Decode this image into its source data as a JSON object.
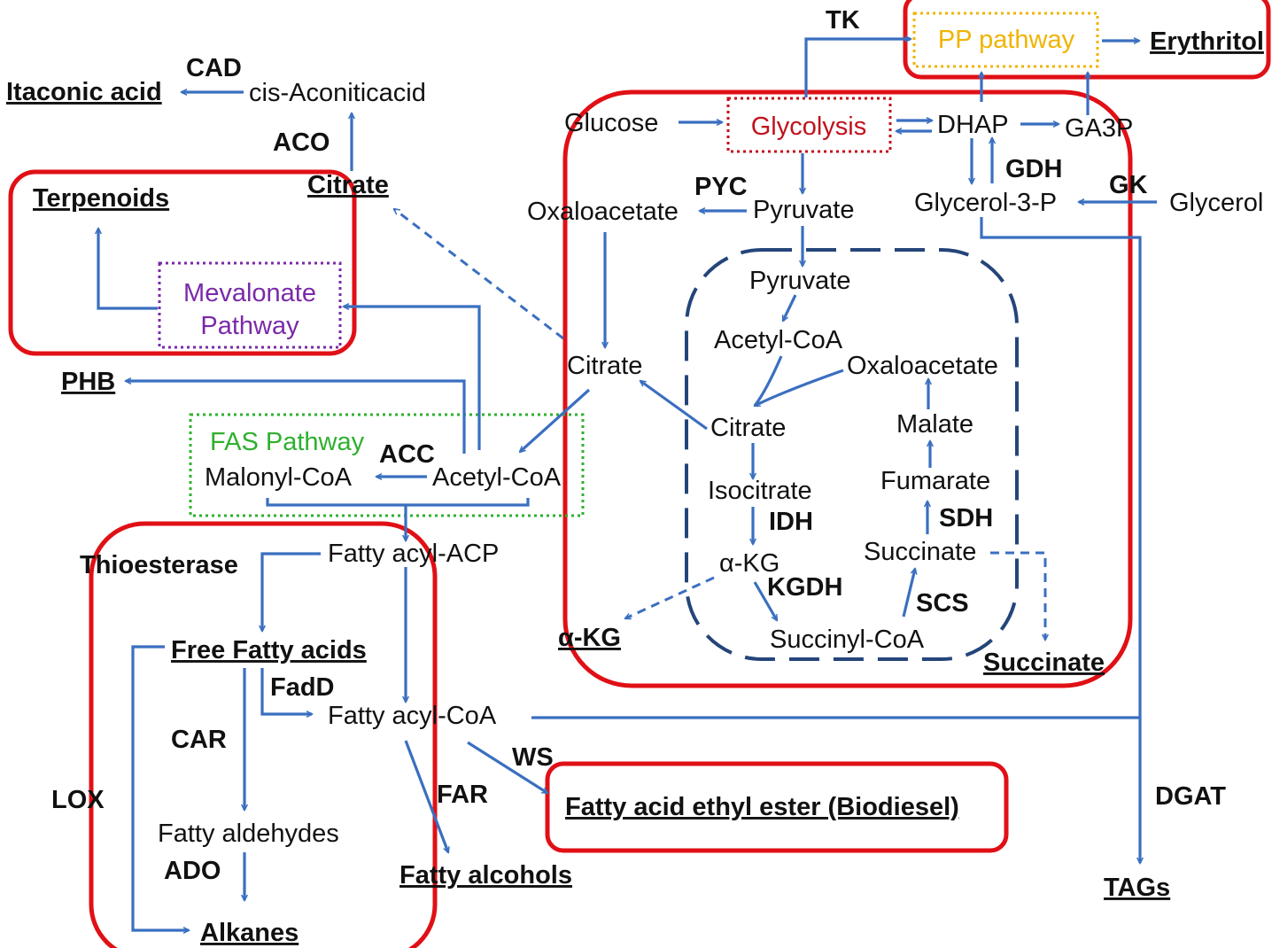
{
  "colors": {
    "arrow": "#3a6fc0",
    "highlight_box": "#e01016",
    "mitochondrion": "#24457a",
    "pp_pathway": "#f0b400",
    "glycolysis": "#c0121c",
    "mevalonate": "#7a2aa8",
    "fas": "#2fb02f"
  },
  "pathway_labels": {
    "pp_pathway": "PP pathway",
    "glycolysis": "Glycolysis",
    "mevalonate_1": "Mevalonate",
    "mevalonate_2": "Pathway",
    "fas": "FAS Pathway"
  },
  "products": {
    "erythritol": "Erythritol",
    "itaconic_acid": "Itaconic acid",
    "citrate": "Citrate",
    "terpenoids": "Terpenoids",
    "phb": "PHB",
    "akg": "α-KG",
    "succinate": "Succinate",
    "free_fatty_acids": "Free Fatty acids",
    "biodiesel": "Fatty acid ethyl ester (Biodiesel)",
    "fatty_alcohols": "Fatty alcohols",
    "alkanes": "Alkanes",
    "tags": "TAGs"
  },
  "metabolites": {
    "cis_aconitic": "cis-Aconiticacid",
    "glucose": "Glucose",
    "dhap": "DHAP",
    "ga3p": "GA3P",
    "glycerol3p": "Glycerol-3-P",
    "glycerol": "Glycerol",
    "oxaloacetate_cyto": "Oxaloacetate",
    "pyruvate_cyto": "Pyruvate",
    "pyruvate_mito": "Pyruvate",
    "acetylcoa_mito": "Acetyl-CoA",
    "oxaloacetate_mito": "Oxaloacetate",
    "citrate_cyto": "Citrate",
    "citrate_mito": "Citrate",
    "malate": "Malate",
    "isocitrate": "Isocitrate",
    "fumarate": "Fumarate",
    "akg_mito": "α-KG",
    "succinate_mito": "Succinate",
    "succinylcoa": "Succinyl-CoA",
    "malonylcoa": "Malonyl-CoA",
    "acetylcoa_cyto": "Acetyl-CoA",
    "fatty_acyl_acp": "Fatty acyl-ACP",
    "fatty_acyl_coa": "Fatty acyl-CoA",
    "fatty_aldehydes": "Fatty aldehydes"
  },
  "enzymes": {
    "tk": "TK",
    "cad": "CAD",
    "aco": "ACO",
    "pyc": "PYC",
    "gdh": "GDH",
    "gk": "GK",
    "acc": "ACC",
    "idh": "IDH",
    "sdh": "SDH",
    "kgdh": "KGDH",
    "scs": "SCS",
    "thioesterase": "Thioesterase",
    "fadd": "FadD",
    "car": "CAR",
    "ws": "WS",
    "far": "FAR",
    "lox": "LOX",
    "ado": "ADO",
    "dgat": "DGAT"
  }
}
